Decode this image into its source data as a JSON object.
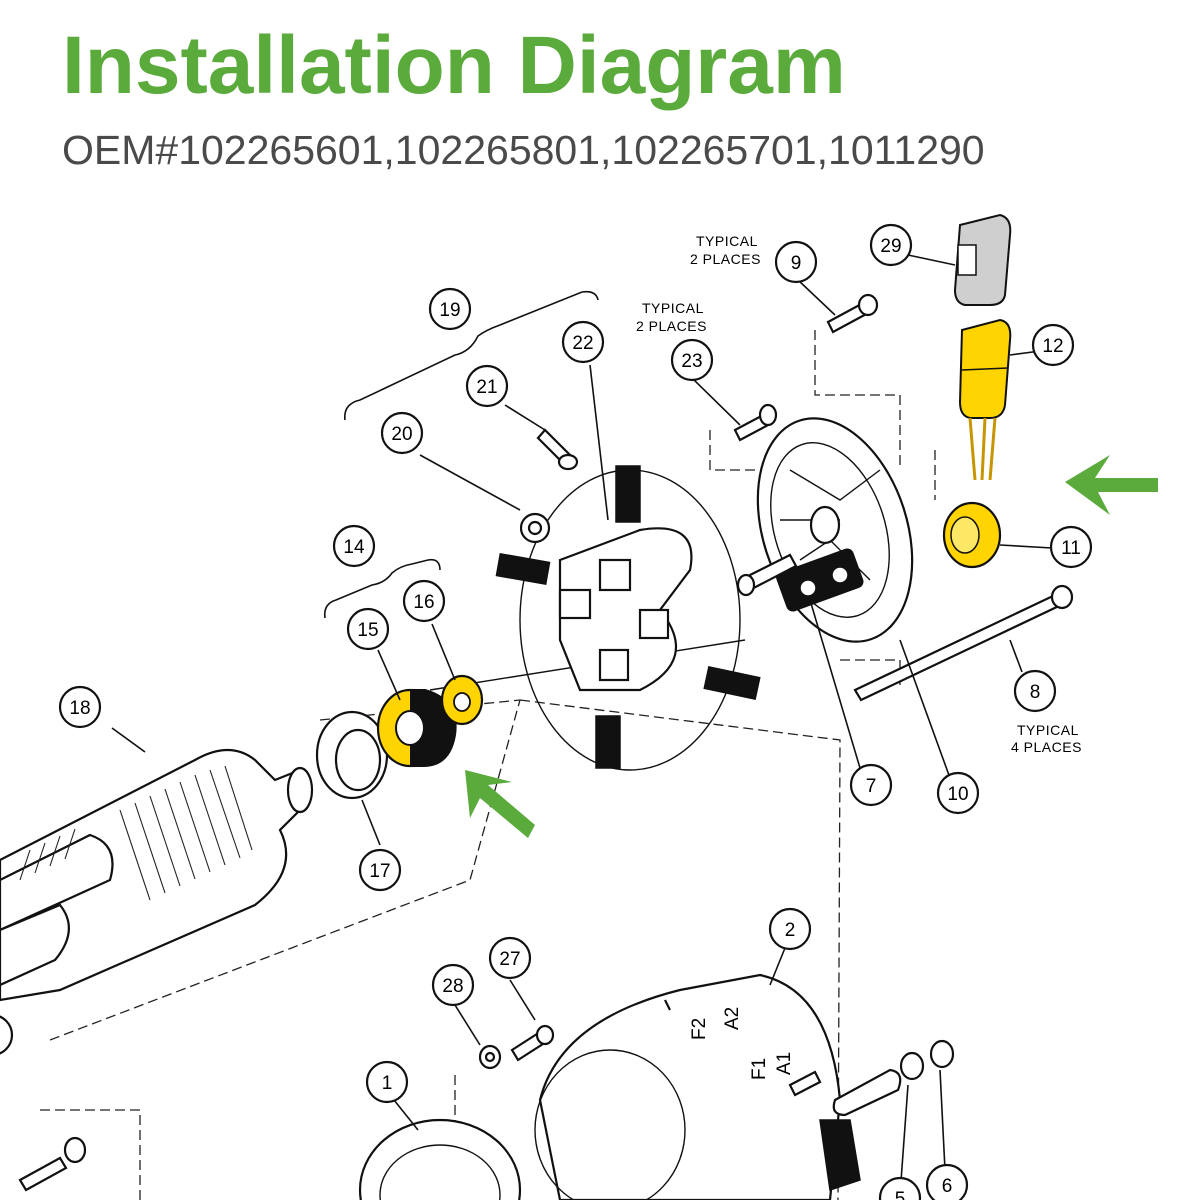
{
  "header": {
    "title": "Installation Diagram",
    "subtitle": "OEM#102265601,102265801,102265701,1011290"
  },
  "colors": {
    "title_green": "#5aaa3c",
    "subtitle_gray": "#4a4a4a",
    "highlight_yellow": "#ffd400",
    "arrow_green": "#5aaa3c",
    "line_black": "#111111",
    "connector_gray": "#cfcfcf"
  },
  "notes": {
    "typical_2_places_a": [
      "TYPICAL",
      "2 PLACES"
    ],
    "typical_2_places_b": [
      "TYPICAL",
      "2 PLACES"
    ],
    "typical_4_places": [
      "TYPICAL",
      "4 PLACES"
    ]
  },
  "motor_label": [
    "F2",
    "A2",
    "F1",
    "A1"
  ],
  "callouts": [
    "1",
    "2",
    "5",
    "6",
    "7",
    "8",
    "9",
    "10",
    "11",
    "12",
    "14",
    "15",
    "16",
    "17",
    "18",
    "19",
    "20",
    "21",
    "22",
    "23",
    "27",
    "28",
    "29"
  ],
  "icons": [
    "green-arrow-icon",
    "green-arrow-icon"
  ]
}
